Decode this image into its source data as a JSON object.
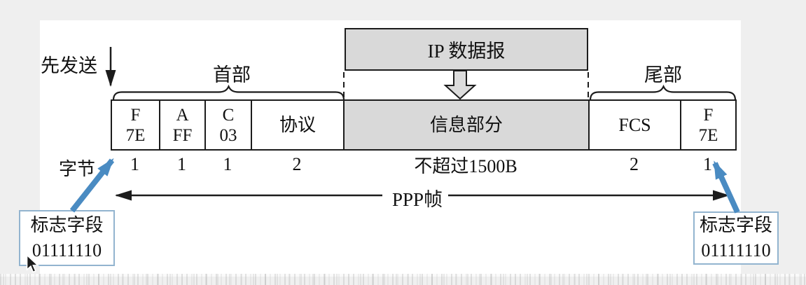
{
  "colors": {
    "page_bg": "#efefef",
    "panel_bg": "#ffffff",
    "line": "#1c1c1c",
    "cell_gray": "#d9d9d9",
    "blue_arrow": "#4a8bc2",
    "note_border": "#92b4cf"
  },
  "labels": {
    "send_first": "先发送",
    "header_brace": "首部",
    "trailer_brace": "尾部",
    "ip_datagram": "IP 数据报",
    "byte_row": "字节",
    "ppp_frame": "PPP帧"
  },
  "frame_fields": [
    {
      "id": "flag-start",
      "line1": "F",
      "line2": "7E",
      "bytes": "1"
    },
    {
      "id": "address",
      "line1": "A",
      "line2": "FF",
      "bytes": "1"
    },
    {
      "id": "control",
      "line1": "C",
      "line2": "03",
      "bytes": "1"
    },
    {
      "id": "protocol",
      "label": "协议",
      "bytes": "2"
    },
    {
      "id": "information",
      "label": "信息部分",
      "bytes": "不超过1500B"
    },
    {
      "id": "fcs",
      "label": "FCS",
      "bytes": "2"
    },
    {
      "id": "flag-end",
      "line1": "F",
      "line2": "7E",
      "bytes": "1"
    }
  ],
  "flag_notes": {
    "left": {
      "line1": "标志字段",
      "line2": "01111110"
    },
    "right": {
      "line1": "标志字段",
      "line2": "01111110"
    }
  }
}
